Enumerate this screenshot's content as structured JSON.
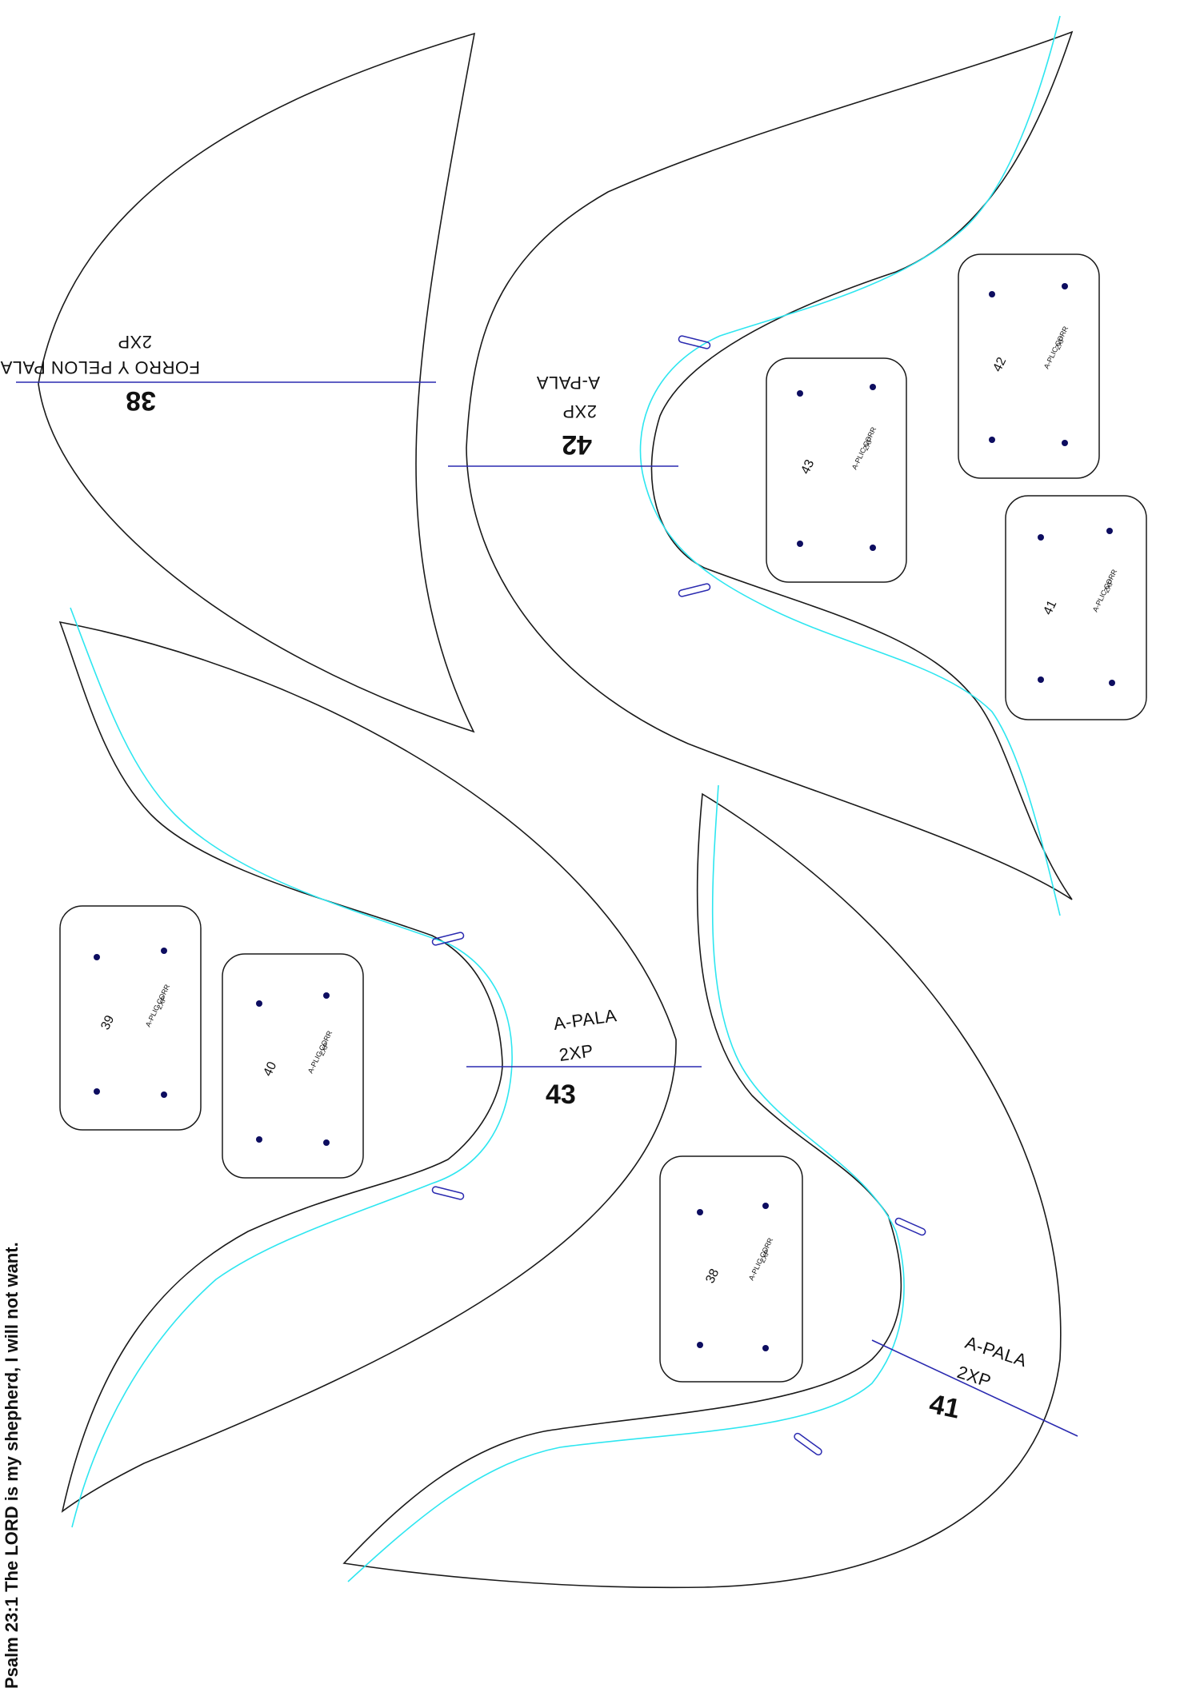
{
  "verse": "Psalm 23:1 The LORD is my shepherd, I will not want.",
  "colors": {
    "outline": "#1a1a1a",
    "seam_allowance": "#2ee6f0",
    "grain_line": "#2a2ab0",
    "strip_dots": "#0d0d60"
  },
  "pieces": {
    "p38": {
      "name": "FORRO Y PELON PALA",
      "qty": "2XP",
      "number": "38"
    },
    "p42": {
      "name": "A-PALA",
      "qty": "2XP",
      "number": "42"
    },
    "p43": {
      "name": "A-PALA",
      "qty": "2XP",
      "number": "43"
    },
    "p41": {
      "name": "A-PALA",
      "qty": "2XP",
      "number": "41"
    }
  },
  "appliques": {
    "a43": {
      "number": "43",
      "name": "A-PLIC CORR",
      "qty": "2XP"
    },
    "a42": {
      "number": "42",
      "name": "A-PLIC CORR",
      "qty": "2XP"
    },
    "a41": {
      "number": "41",
      "name": "A-PLIC CORR",
      "qty": "2XP"
    },
    "a39": {
      "number": "39",
      "name": "A-PLIC CORR",
      "qty": "2XP"
    },
    "a40": {
      "number": "40",
      "name": "A-PLIC CORR",
      "qty": "2XP"
    },
    "a38": {
      "number": "38",
      "name": "A-PLIC CORR",
      "qty": "2XP"
    }
  }
}
